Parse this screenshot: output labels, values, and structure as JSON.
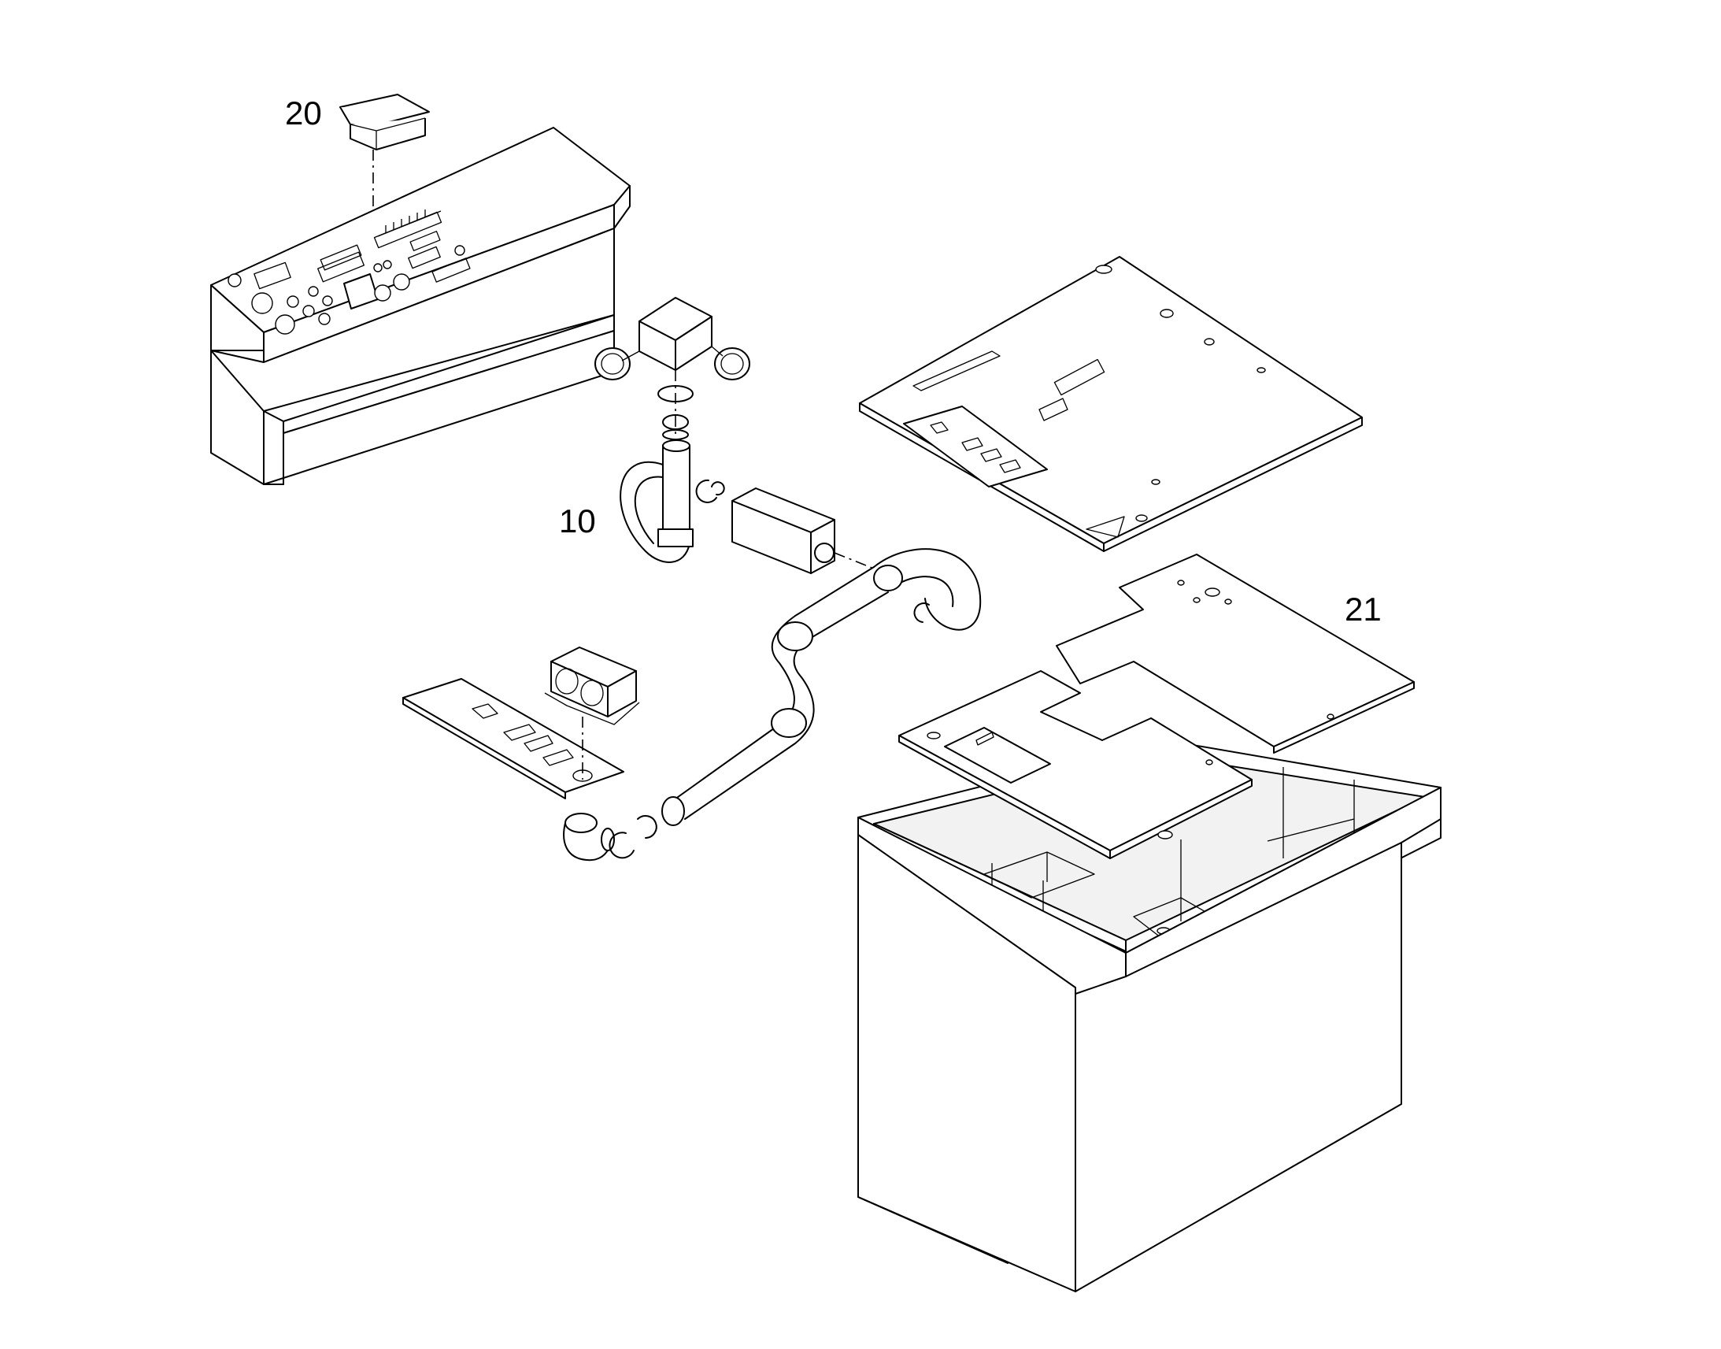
{
  "figure": {
    "callouts": [
      {
        "id": "callout-20",
        "label": "20"
      },
      {
        "id": "callout-10",
        "label": "10"
      },
      {
        "id": "callout-21",
        "label": "21"
      }
    ]
  }
}
